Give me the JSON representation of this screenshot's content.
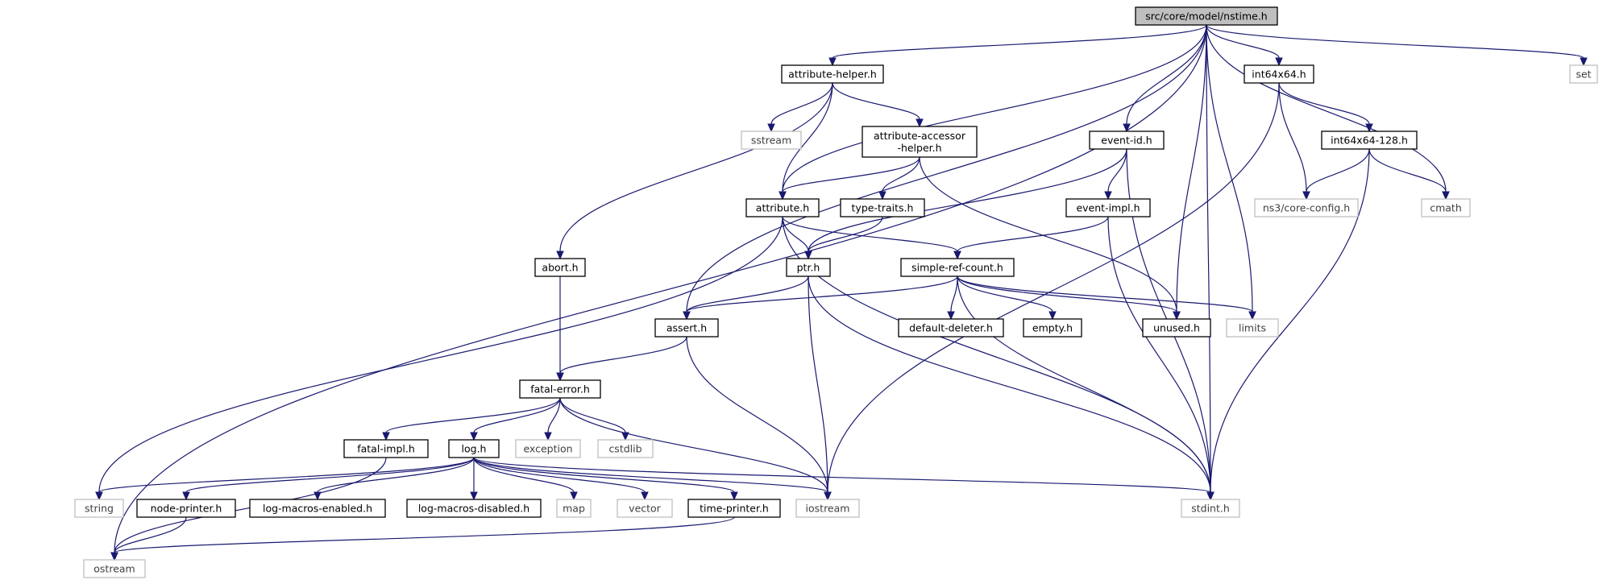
{
  "diagram": {
    "type": "include-dependency-graph",
    "colors": {
      "edge": "#191970",
      "root_fill": "#bfbfbf",
      "system_border": "#bfbfbf",
      "local_border": "#000000"
    },
    "nodes": [
      {
        "id": "nstime",
        "label": "src/core/model/nstime.h",
        "kind": "root"
      },
      {
        "id": "attr_helper",
        "label": "attribute-helper.h",
        "kind": "local"
      },
      {
        "id": "int64x64",
        "label": "int64x64.h",
        "kind": "local"
      },
      {
        "id": "set",
        "label": "set",
        "kind": "system"
      },
      {
        "id": "sstream",
        "label": "sstream",
        "kind": "system"
      },
      {
        "id": "attr_accessor",
        "label": [
          "attribute-accessor",
          "-helper.h"
        ],
        "kind": "local"
      },
      {
        "id": "event_id",
        "label": "event-id.h",
        "kind": "local"
      },
      {
        "id": "int64x64_128",
        "label": "int64x64-128.h",
        "kind": "local"
      },
      {
        "id": "attribute",
        "label": "attribute.h",
        "kind": "local"
      },
      {
        "id": "type_traits",
        "label": "type-traits.h",
        "kind": "local"
      },
      {
        "id": "event_impl",
        "label": "event-impl.h",
        "kind": "local"
      },
      {
        "id": "ns3_config",
        "label": "ns3/core-config.h",
        "kind": "system"
      },
      {
        "id": "cmath",
        "label": "cmath",
        "kind": "system"
      },
      {
        "id": "abort",
        "label": "abort.h",
        "kind": "local"
      },
      {
        "id": "ptr",
        "label": "ptr.h",
        "kind": "local"
      },
      {
        "id": "simple_ref",
        "label": "simple-ref-count.h",
        "kind": "local"
      },
      {
        "id": "assert",
        "label": "assert.h",
        "kind": "local"
      },
      {
        "id": "default_del",
        "label": "default-deleter.h",
        "kind": "local"
      },
      {
        "id": "empty",
        "label": "empty.h",
        "kind": "local"
      },
      {
        "id": "unused",
        "label": "unused.h",
        "kind": "local"
      },
      {
        "id": "limits",
        "label": "limits",
        "kind": "system"
      },
      {
        "id": "fatal_error",
        "label": "fatal-error.h",
        "kind": "local"
      },
      {
        "id": "fatal_impl",
        "label": "fatal-impl.h",
        "kind": "local"
      },
      {
        "id": "log",
        "label": "log.h",
        "kind": "local"
      },
      {
        "id": "exception",
        "label": "exception",
        "kind": "system"
      },
      {
        "id": "cstdlib",
        "label": "cstdlib",
        "kind": "system"
      },
      {
        "id": "string",
        "label": "string",
        "kind": "system"
      },
      {
        "id": "node_printer",
        "label": "node-printer.h",
        "kind": "local"
      },
      {
        "id": "log_enabled",
        "label": "log-macros-enabled.h",
        "kind": "local"
      },
      {
        "id": "log_disabled",
        "label": "log-macros-disabled.h",
        "kind": "local"
      },
      {
        "id": "map",
        "label": "map",
        "kind": "system"
      },
      {
        "id": "vector",
        "label": "vector",
        "kind": "system"
      },
      {
        "id": "time_printer",
        "label": "time-printer.h",
        "kind": "local"
      },
      {
        "id": "iostream",
        "label": "iostream",
        "kind": "system"
      },
      {
        "id": "stdint",
        "label": "stdint.h",
        "kind": "system"
      },
      {
        "id": "ostream",
        "label": "ostream",
        "kind": "system"
      }
    ],
    "edges": [
      [
        "nstime",
        "ostream"
      ],
      [
        "nstime",
        "attribute"
      ],
      [
        "nstime",
        "assert"
      ],
      [
        "nstime",
        "attr_helper"
      ],
      [
        "nstime",
        "event_id"
      ],
      [
        "nstime",
        "unused"
      ],
      [
        "nstime",
        "int64x64"
      ],
      [
        "nstime",
        "cmath"
      ],
      [
        "nstime",
        "limits"
      ],
      [
        "nstime",
        "set"
      ],
      [
        "nstime",
        "stdint"
      ],
      [
        "attr_helper",
        "abort"
      ],
      [
        "attr_helper",
        "sstream"
      ],
      [
        "attr_helper",
        "attribute"
      ],
      [
        "attr_helper",
        "attr_accessor"
      ],
      [
        "attr_accessor",
        "attribute"
      ],
      [
        "attr_accessor",
        "type_traits"
      ],
      [
        "attr_accessor",
        "unused"
      ],
      [
        "int64x64",
        "iostream"
      ],
      [
        "int64x64",
        "ns3_config"
      ],
      [
        "int64x64",
        "int64x64_128"
      ],
      [
        "int64x64_128",
        "ns3_config"
      ],
      [
        "int64x64_128",
        "cmath"
      ],
      [
        "int64x64_128",
        "stdint"
      ],
      [
        "event_id",
        "ptr"
      ],
      [
        "event_id",
        "event_impl"
      ],
      [
        "event_id",
        "stdint"
      ],
      [
        "event_impl",
        "simple_ref"
      ],
      [
        "event_impl",
        "stdint"
      ],
      [
        "attribute",
        "string"
      ],
      [
        "attribute",
        "ptr"
      ],
      [
        "attribute",
        "simple_ref"
      ],
      [
        "attribute",
        "stdint"
      ],
      [
        "type_traits",
        "ptr"
      ],
      [
        "abort",
        "fatal_error"
      ],
      [
        "ptr",
        "assert"
      ],
      [
        "ptr",
        "iostream"
      ],
      [
        "ptr",
        "stdint"
      ],
      [
        "simple_ref",
        "assert"
      ],
      [
        "simple_ref",
        "default_del"
      ],
      [
        "simple_ref",
        "empty"
      ],
      [
        "simple_ref",
        "unused"
      ],
      [
        "simple_ref",
        "limits"
      ],
      [
        "simple_ref",
        "stdint"
      ],
      [
        "assert",
        "fatal_error"
      ],
      [
        "assert",
        "iostream"
      ],
      [
        "fatal_error",
        "fatal_impl"
      ],
      [
        "fatal_error",
        "log"
      ],
      [
        "fatal_error",
        "exception"
      ],
      [
        "fatal_error",
        "cstdlib"
      ],
      [
        "fatal_error",
        "iostream"
      ],
      [
        "fatal_impl",
        "ostream"
      ],
      [
        "log",
        "string"
      ],
      [
        "log",
        "node_printer"
      ],
      [
        "log",
        "log_enabled"
      ],
      [
        "log",
        "log_disabled"
      ],
      [
        "log",
        "map"
      ],
      [
        "log",
        "vector"
      ],
      [
        "log",
        "time_printer"
      ],
      [
        "log",
        "iostream"
      ],
      [
        "log",
        "stdint"
      ],
      [
        "node_printer",
        "ostream"
      ],
      [
        "time_printer",
        "ostream"
      ]
    ]
  }
}
